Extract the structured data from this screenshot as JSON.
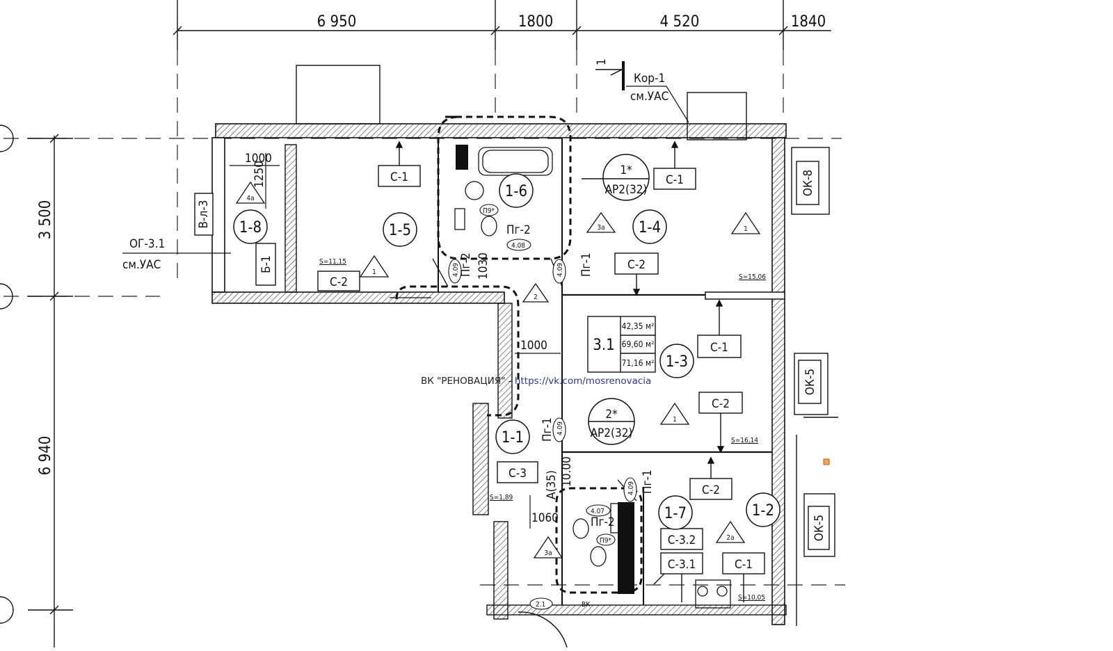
{
  "dimensions": {
    "top": [
      "6 950",
      "1800",
      "4 520",
      "1840"
    ],
    "left": [
      "3 500",
      "6 940"
    ]
  },
  "rooms": [
    "1-8",
    "1-5",
    "1-6",
    "1-4",
    "1-1",
    "1-3",
    "1-7",
    "1-2"
  ],
  "tags": {
    "s1_a": "С-1",
    "s1_b": "С-1",
    "s1_c": "С-1",
    "s1_d": "С-1",
    "s2_a": "С-2",
    "s2_b": "С-2",
    "s2_c": "С-2",
    "s2_d": "С-2",
    "s3": "С-3",
    "s32": "С-3.2",
    "s31": "С-3.1",
    "vl3": "В-л-3",
    "b1": "Б-1",
    "ok8": "ОК-8",
    "ok5a": "ОК-5",
    "ok5b": "ОК-5"
  },
  "callouts": {
    "og_line1": "ОГ-3.1",
    "og_line2": "см.УАС",
    "kor_line1": "Кор-1",
    "kor_line2": "см.УАС",
    "ref1_top": "1*",
    "ref1_bottom": "АР2(32)",
    "ref2_top": "2*",
    "ref2_bottom": "АР2(32)",
    "section": "1"
  },
  "apartment": {
    "type": "3.1",
    "areas": [
      "42,35 м²",
      "69,60 м²",
      "71,16 м²"
    ]
  },
  "partitions": {
    "pg2_a": "Пг-2",
    "pg2_b": "Пг-2",
    "pg2_c": "Пг-2",
    "pg1_a": "Пг-1",
    "pg1_b": "Пг-1",
    "pg1_c": "Пг-1",
    "pg1030": "1030",
    "pg1000": "10.00"
  },
  "area_labels": {
    "s15": "S=11,15",
    "s14": "S=15,06",
    "s13": "S=16,14",
    "s11": "S=1,89",
    "s12": "S=10,05"
  },
  "small_dims": {
    "d1000a": "1000",
    "d1250": "1250",
    "d1000b": "1000",
    "d1060": "1060",
    "d35": "А(35)"
  },
  "markers": {
    "t1a": "1",
    "t1b": "1",
    "t1c": "1",
    "t2": "2",
    "t3a": "3а",
    "t3b": "3а",
    "t4a": "4а",
    "t2a": "2а"
  },
  "door_codes": {
    "d409a": "4.09",
    "d409b": "4.09",
    "d409c": "4.09",
    "d409d": "4.09",
    "d408": "4.08",
    "d407": "4.07",
    "p9a": "П9*",
    "p9b": "П9*",
    "d21": "2.1",
    "vk": "ВК"
  },
  "watermark": {
    "prefix": "ВК \"РЕНОВАЦИЯ\" - ",
    "link": "https://vk.com/mosrenovacia"
  }
}
